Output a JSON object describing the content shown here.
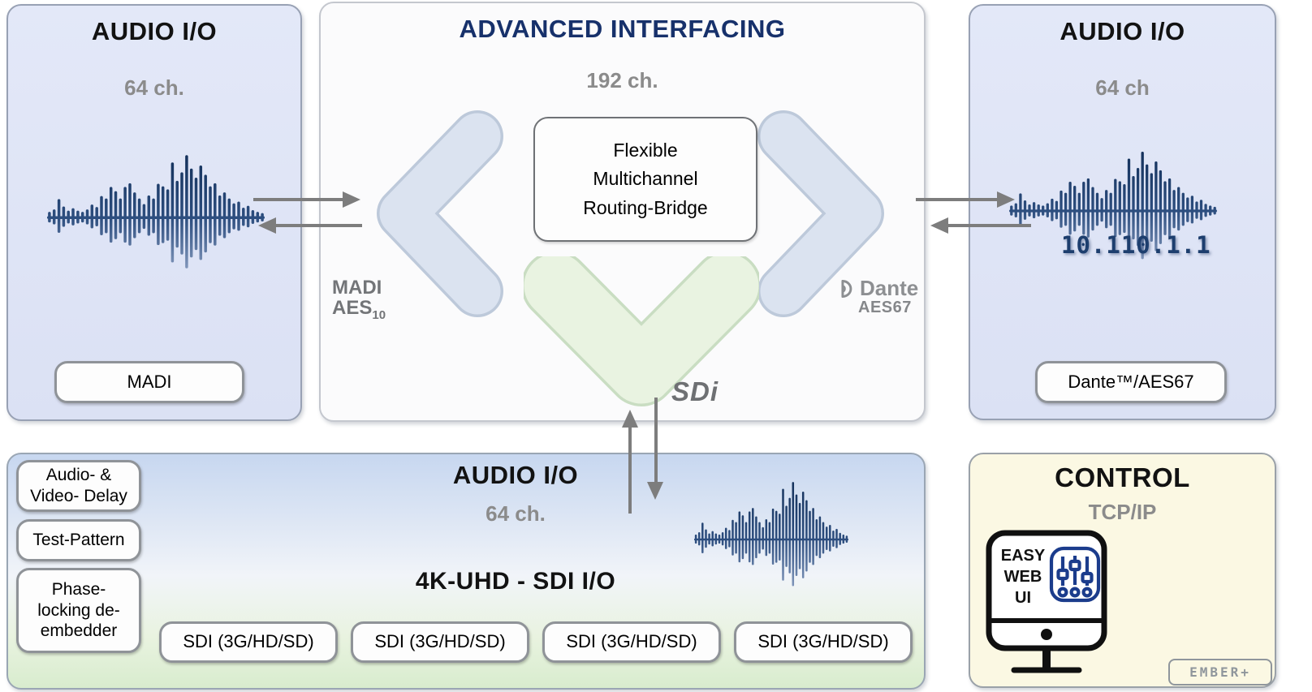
{
  "panels": {
    "audio_left": {
      "title": "AUDIO I/O",
      "channels": "64 ch.",
      "port_label": "MADI"
    },
    "advanced": {
      "title": "ADVANCED INTERFACING",
      "channels": "192 ch.",
      "routing_box": "Flexible\nMultichannel\nRouting-Bridge",
      "label_madi": "MADI",
      "label_aes": "AES",
      "label_aes_sub": "10",
      "label_dante": "Dante",
      "label_aes67": "AES67",
      "label_sdi_logo": "SDi"
    },
    "audio_right": {
      "title": "AUDIO I/O",
      "channels": "64 ch",
      "ip_address": "10.110.1.1",
      "port_label": "Dante™/AES67"
    },
    "audio_bottom": {
      "title": "AUDIO I/O",
      "channels": "64 ch.",
      "video_title": "4K-UHD  -  SDI I/O",
      "feature_buttons": [
        "Audio- &\nVideo- Delay",
        "Test-Pattern",
        "Phase-\nlocking de-\nembedder"
      ],
      "sdi_ports": [
        "SDI (3G/HD/SD)",
        "SDI (3G/HD/SD)",
        "SDI (3G/HD/SD)",
        "SDI (3G/HD/SD)"
      ]
    },
    "control": {
      "title": "CONTROL",
      "protocol": "TCP/IP",
      "web_ui": "EASY\nWEB\nUI",
      "ember_logo": "EMBER+"
    }
  },
  "colors": {
    "title_navy": "#17316b",
    "panel_lavender": "#dfe4f6",
    "panel_yellow": "#fbf8e3",
    "chevron_blue": "#dbe3f0",
    "chevron_green": "#e9f3e1",
    "waveform_navy": "#24426e",
    "slider_blue": "#1b3c8c",
    "gray_text": "#8b8b8b",
    "arrow_gray": "#7d7d7d"
  }
}
